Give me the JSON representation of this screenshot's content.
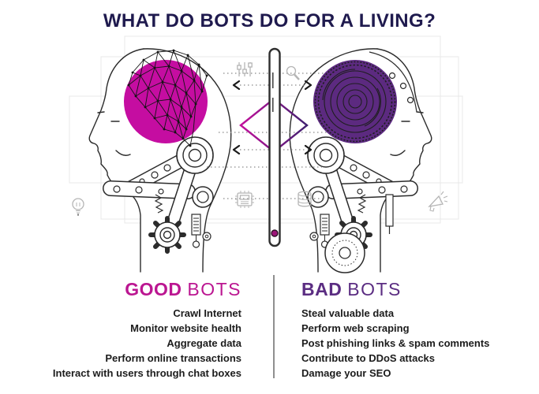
{
  "title": "WHAT DO BOTS DO FOR A LIVING?",
  "good_bots": {
    "heading_strong": "GOOD",
    "heading_light": "BOTS",
    "items": [
      "Crawl Internet",
      "Monitor website health",
      "Aggregate data",
      "Perform online transactions",
      "Interact with users through chat boxes"
    ]
  },
  "bad_bots": {
    "heading_strong": "BAD",
    "heading_light": "BOTS",
    "items": [
      "Steal valuable data",
      "Perform web scraping",
      "Post phishing links & spam comments",
      "Contribute to DDoS attacks",
      "Damage your SEO"
    ]
  },
  "illustration": {
    "left_head": "human profile head with pink neural-network brain",
    "right_head": "robot profile head with purple gear brain",
    "center_divider": "smartphone",
    "icons": [
      "sliders-icon",
      "magnifying-glass-icon",
      "cpu-chip-icon",
      "database-icon",
      "lightbulb-icon",
      "megaphone-icon"
    ]
  },
  "colors": {
    "title": "#1f1a4e",
    "good_accent": "#bb1691",
    "bad_accent": "#5b2d82",
    "brain_pink": "#c50da1",
    "brain_purple": "#5c2a80",
    "list_text": "#1c1c1c",
    "divider": "#8f8f8f"
  }
}
